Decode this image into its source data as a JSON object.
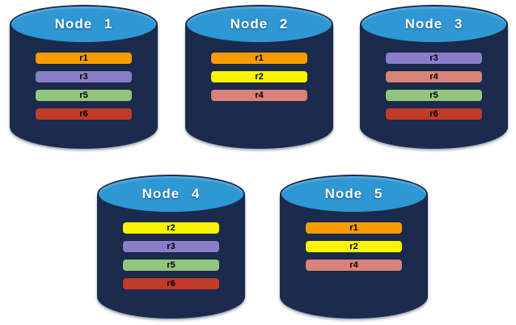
{
  "colors": {
    "cylinder_body": "#1b2b4d",
    "cylinder_top": "#2e97d4",
    "record_r1": "#f89b00",
    "record_r2": "#fbf400",
    "record_r3": "#8b7ec8",
    "record_r4": "#d9827a",
    "record_r5": "#94c57f",
    "record_r6": "#c23b28",
    "title_text": "#ffffff",
    "bar_text": "#000000"
  },
  "nodes": [
    {
      "title": "Node 1",
      "records": [
        {
          "label": "r1",
          "color": "#f89b00"
        },
        {
          "label": "r3",
          "color": "#8b7ec8"
        },
        {
          "label": "r5",
          "color": "#94c57f"
        },
        {
          "label": "r6",
          "color": "#c23b28"
        }
      ]
    },
    {
      "title": "Node 2",
      "records": [
        {
          "label": "r1",
          "color": "#f89b00"
        },
        {
          "label": "r2",
          "color": "#fbf400"
        },
        {
          "label": "r4",
          "color": "#d9827a"
        }
      ]
    },
    {
      "title": "Node 3",
      "records": [
        {
          "label": "r3",
          "color": "#8b7ec8"
        },
        {
          "label": "r4",
          "color": "#d9827a"
        },
        {
          "label": "r5",
          "color": "#94c57f"
        },
        {
          "label": "r6",
          "color": "#c23b28"
        }
      ]
    },
    {
      "title": "Node 4",
      "records": [
        {
          "label": "r2",
          "color": "#fbf400"
        },
        {
          "label": "r3",
          "color": "#8b7ec8"
        },
        {
          "label": "r5",
          "color": "#94c57f"
        },
        {
          "label": "r6",
          "color": "#c23b28"
        }
      ]
    },
    {
      "title": "Node 5",
      "records": [
        {
          "label": "r1",
          "color": "#f89b00"
        },
        {
          "label": "r2",
          "color": "#fbf400"
        },
        {
          "label": "r4",
          "color": "#d9827a"
        }
      ]
    }
  ]
}
